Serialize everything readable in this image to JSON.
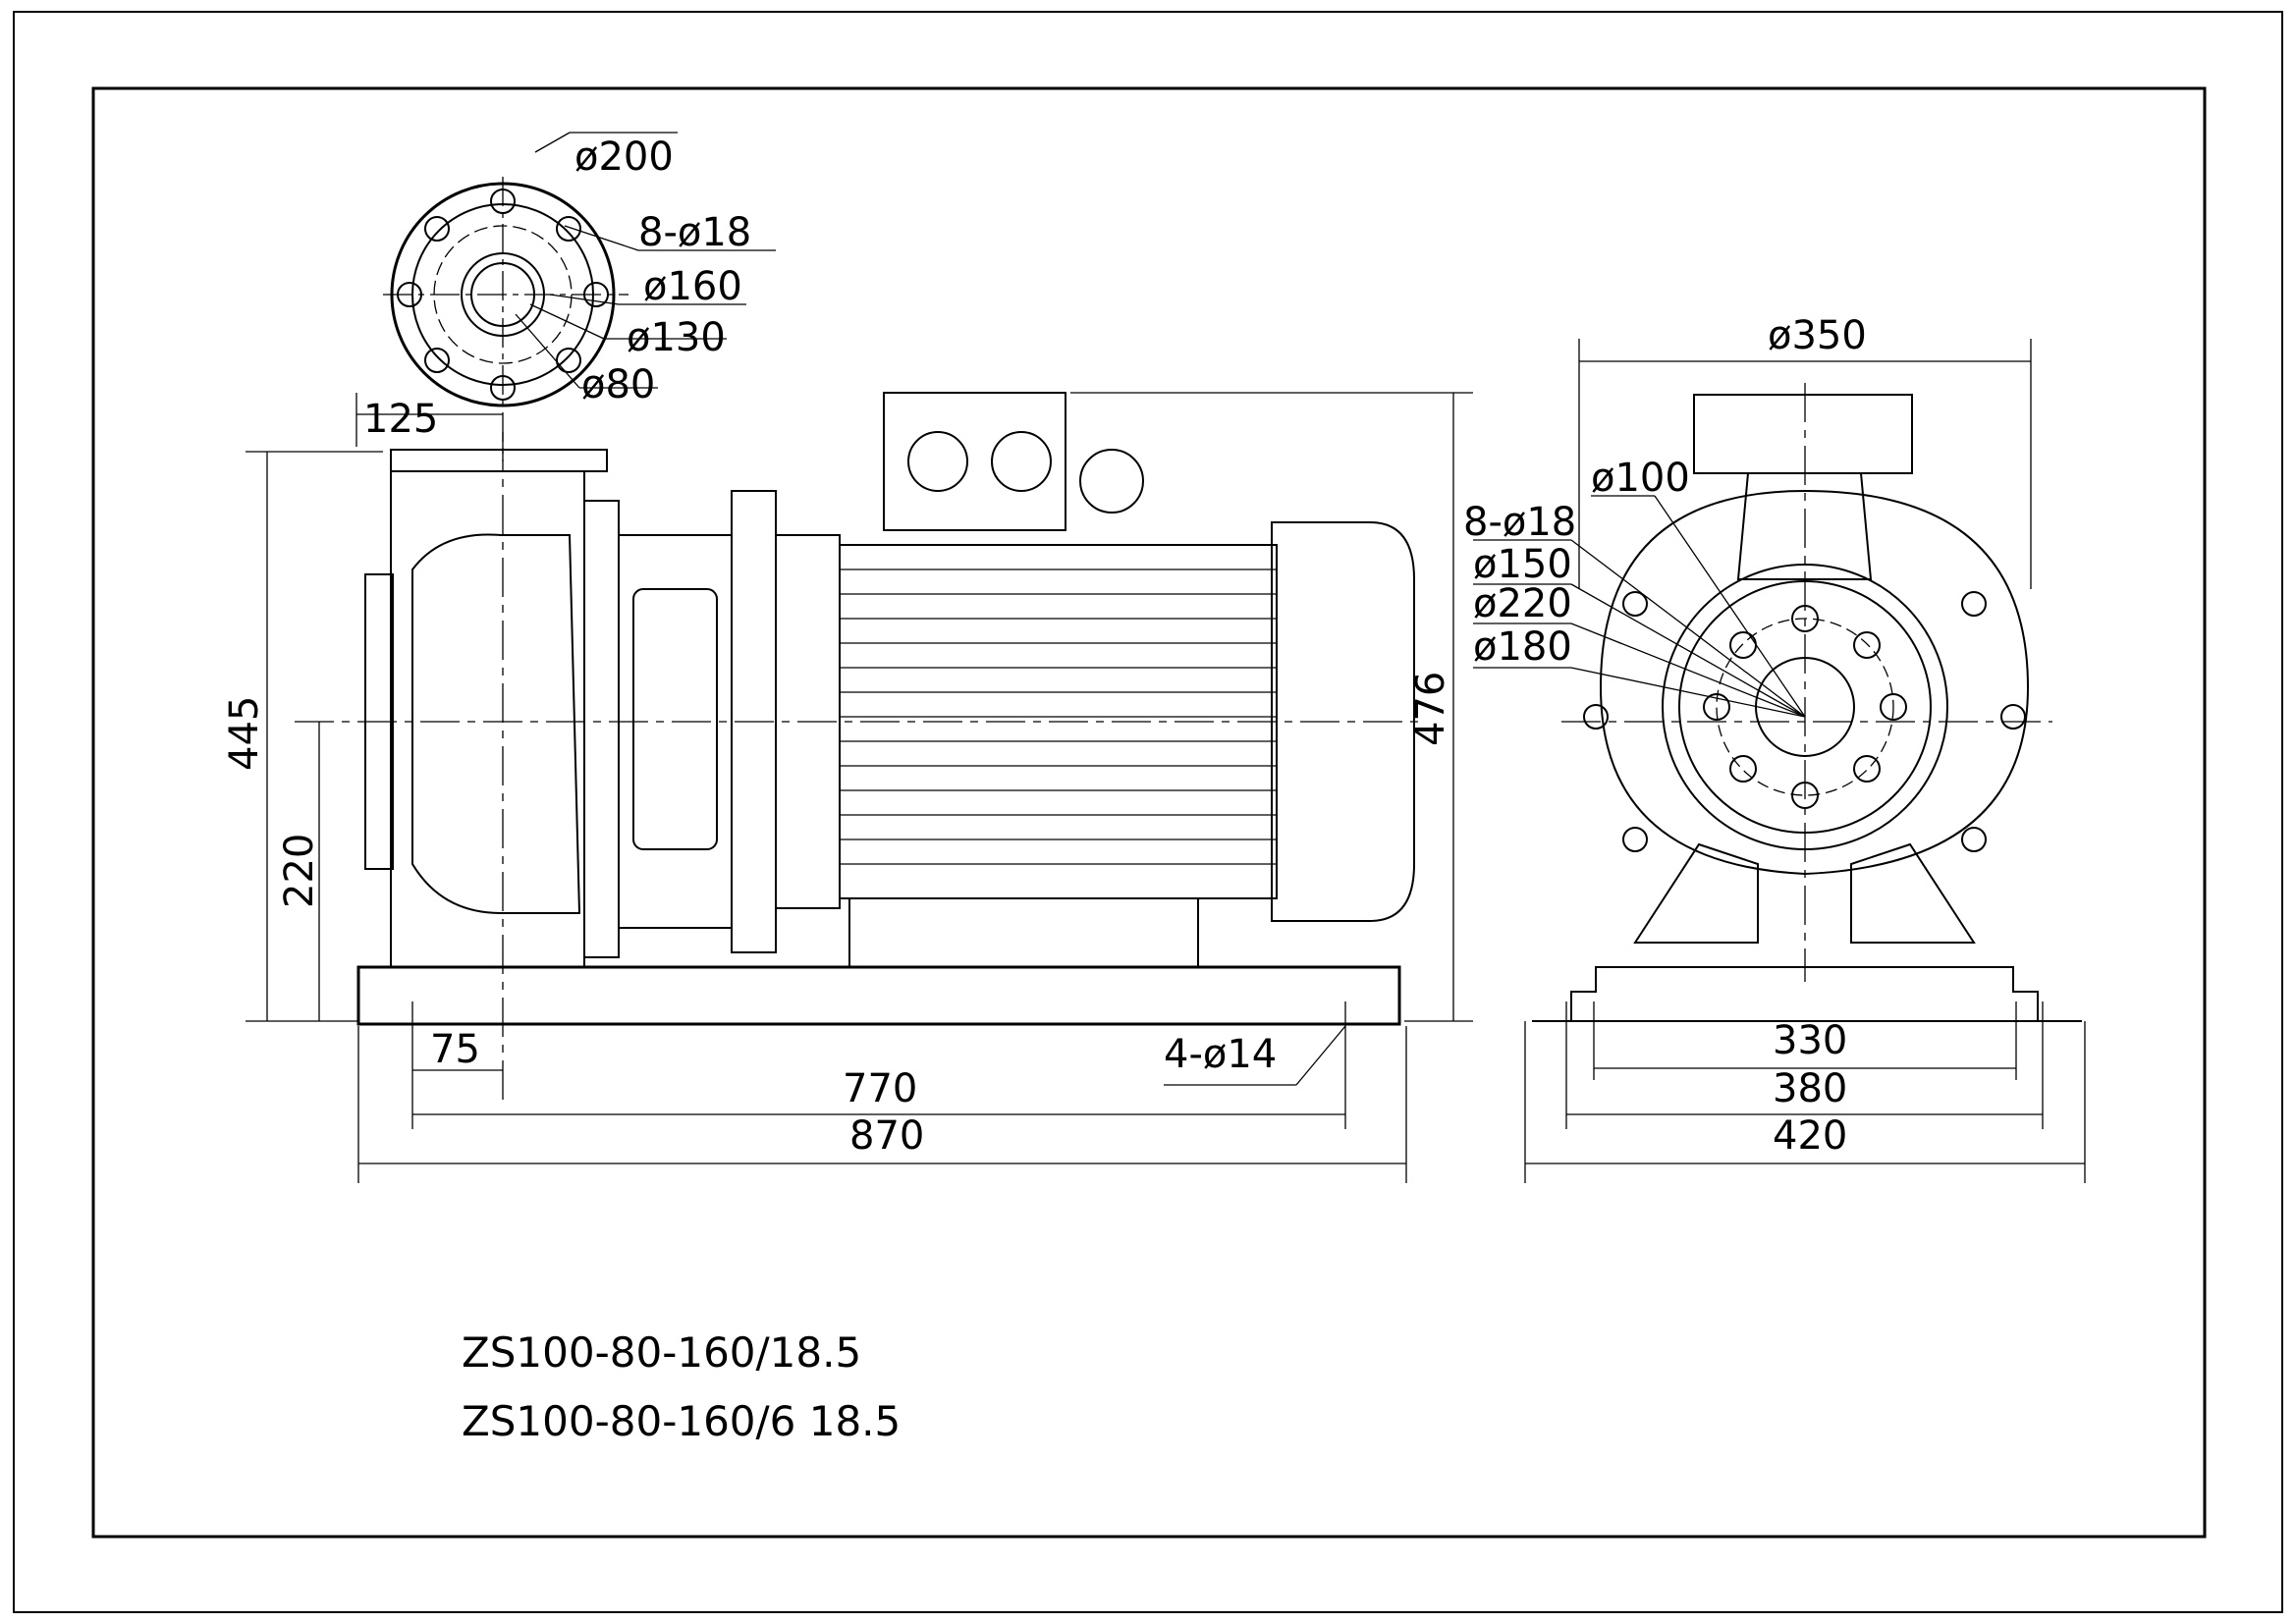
{
  "drawing": {
    "flange_dims": {
      "d200": "ø200",
      "holes": "8-ø18",
      "d160": "ø160",
      "d130": "ø130",
      "d80": "ø80",
      "offset": "125"
    },
    "side_view": {
      "height_total": "445",
      "center_height": "220",
      "motor_height": "476",
      "foot_offset": "75",
      "anchor_holes": "4-ø14",
      "bolt_span": "770",
      "base_length": "870"
    },
    "end_view": {
      "motor_d": "ø350",
      "d100": "ø100",
      "holes": "8-ø18",
      "d150": "ø150",
      "d220": "ø220",
      "d180": "ø180",
      "w330": "330",
      "w380": "380",
      "w420": "420"
    },
    "models": {
      "line1": "ZS100-80-160/18.5",
      "line2": "ZS100-80-160/6  18.5"
    }
  }
}
